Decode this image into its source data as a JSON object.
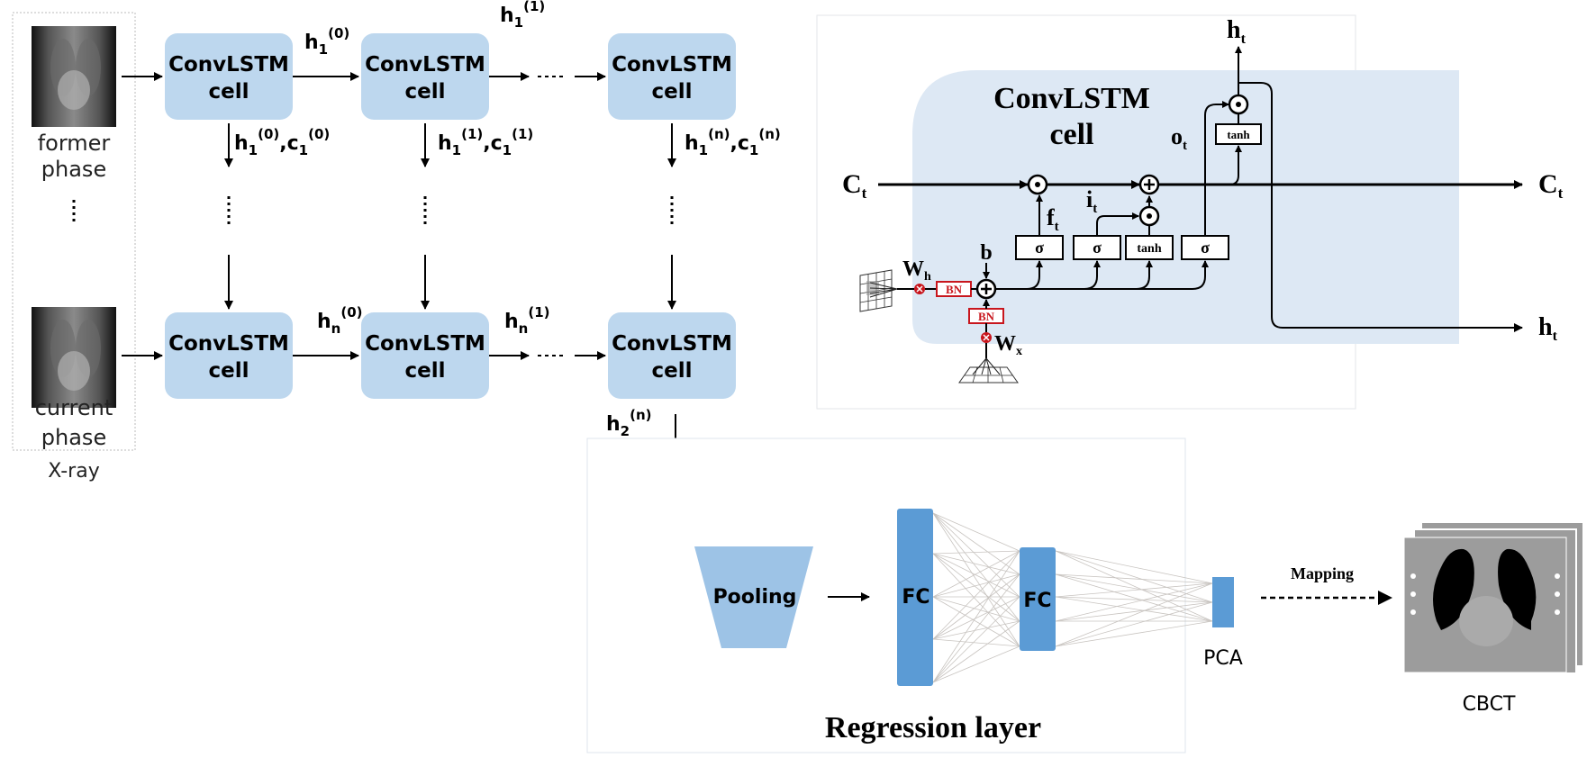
{
  "xray_panel": {
    "former_label_line1": "former",
    "former_label_line2": "phase",
    "current_label_line1": "current",
    "current_label_line2": "phase",
    "caption": "X-ray",
    "ellipsis": "⋮"
  },
  "lstm_grid": {
    "cell_line1": "ConvLSTM",
    "cell_line2": "cell",
    "top_row_labels": {
      "h1_0": {
        "base": "h",
        "sub": "1",
        "sup": "(0)"
      },
      "h1_1": {
        "base": "h",
        "sub": "1",
        "sup": "(1)"
      }
    },
    "vertical_labels": [
      {
        "h_base": "h",
        "h_sub": "1",
        "h_sup": "(0)",
        "c_base": "c",
        "c_sub": "1",
        "c_sup": "(0)"
      },
      {
        "h_base": "h",
        "h_sub": "1",
        "h_sup": "(1)",
        "c_base": "c",
        "c_sub": "1",
        "c_sup": "(1)"
      },
      {
        "h_base": "h",
        "h_sub": "1",
        "h_sup": "(n)",
        "c_base": "c",
        "c_sub": "1",
        "c_sup": "(n)"
      }
    ],
    "bottom_row_labels": {
      "hn_0": {
        "base": "h",
        "sub": "n",
        "sup": "(0)"
      },
      "hn_1": {
        "base": "h",
        "sub": "n",
        "sup": "(1)"
      }
    },
    "output_label": {
      "base": "h",
      "sub": "2",
      "sup": "(n)"
    }
  },
  "cell_detail": {
    "title_line1": "ConvLSTM",
    "title_line2": "cell",
    "c_in": {
      "base": "C",
      "sub": "t"
    },
    "c_out": {
      "base": "C",
      "sub": "t"
    },
    "h_top": {
      "base": "h",
      "sub": "t"
    },
    "h_out": {
      "base": "h",
      "sub": "t"
    },
    "o_gate": {
      "base": "o",
      "sub": "t"
    },
    "f_gate": {
      "base": "f",
      "sub": "t"
    },
    "i_gate": {
      "base": "i",
      "sub": "t"
    },
    "bias": "b",
    "w_h": {
      "base": "W",
      "sub": "h"
    },
    "w_x": {
      "base": "W",
      "sub": "x"
    },
    "gates": [
      "σ",
      "σ",
      "tanh",
      "σ"
    ],
    "output_tanh": "tanh",
    "bn_label": "BN",
    "colors": {
      "cell_bg": "#dde8f4",
      "bn_red": "#c8161d"
    }
  },
  "regression": {
    "pooling_label": "Pooling",
    "fc1_label": "FC",
    "fc2_label": "FC",
    "pca_label": "PCA",
    "title": "Regression layer",
    "colors": {
      "fc": "#5b9bd5",
      "pooling": "#9dc3e6"
    }
  },
  "output": {
    "mapping_label": "Mapping",
    "cbct_caption": "CBCT"
  },
  "colors": {
    "cell_box": "#bdd7ee",
    "arrow": "#000000"
  }
}
